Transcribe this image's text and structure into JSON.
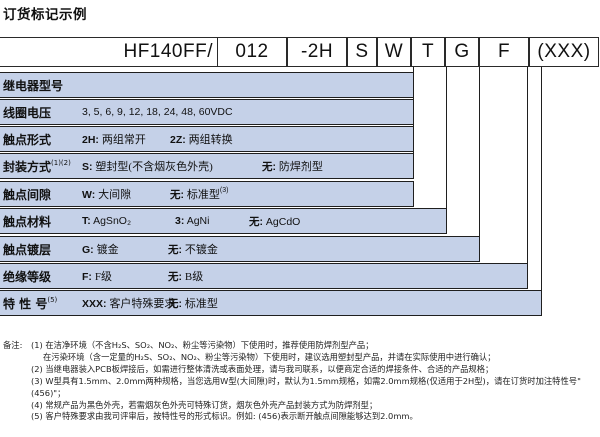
{
  "title": "订货标记示例",
  "code": [
    "HF140FF/",
    "012",
    "-2H",
    "S",
    "W",
    "T",
    "G",
    "F",
    "(XXX)"
  ],
  "rows": [
    {
      "label": "继电器型号",
      "options": []
    },
    {
      "label": "线圈电压",
      "options": [
        {
          "text": "3, 5, 6, 9, 12, 18, 24, 48, 60VDC"
        }
      ]
    },
    {
      "label": "触点形式",
      "options": [
        {
          "code": "2H:",
          "text": "两组常开"
        },
        {
          "code": "2Z:",
          "text": "两组转换"
        }
      ]
    },
    {
      "label": "封装方式",
      "sup": "(1)(2)",
      "options": [
        {
          "code": "S:",
          "text": "塑封型(不含烟灰色外壳)"
        },
        {
          "code": "无:",
          "text": "防焊剂型"
        }
      ]
    },
    {
      "label": "触点间隙",
      "options": [
        {
          "code": "W:",
          "text": "大间隙"
        },
        {
          "code": "无:",
          "text": "标准型",
          "sup": "(3)"
        }
      ]
    },
    {
      "label": "触点材料",
      "options": [
        {
          "code": "T:",
          "text": "AgSnO₂"
        },
        {
          "code": "3:",
          "text": "AgNi"
        },
        {
          "code": "无:",
          "text": "AgCdO"
        }
      ]
    },
    {
      "label": "触点镀层",
      "options": [
        {
          "code": "G:",
          "text": "镀金"
        },
        {
          "code": "无:",
          "text": "不镀金"
        }
      ]
    },
    {
      "label": "绝缘等级",
      "options": [
        {
          "code": "F:",
          "text": "F级"
        },
        {
          "code": "无:",
          "text": "B级"
        }
      ]
    },
    {
      "label": "特 性 号",
      "sup": "(5)",
      "options": [
        {
          "code": "XXX:",
          "text": "客户特殊要求"
        },
        {
          "code": "无:",
          "text": "标准型"
        }
      ]
    }
  ],
  "notes": {
    "head": "备注:",
    "items": [
      "(1) 在洁净环境（不含H₂S、SO₂、NO₂、粉尘等污染物）下使用时，推荐使用防焊剂型产品；",
      "在污染环境（含一定量的H₂S、SO₂、NO₂、粉尘等污染物）下使用时，建议选用塑封型产品，并请在实际使用中进行确认；",
      "(2) 当继电器装入PCB板焊接后，如需进行整体清洗或表面处理，请与我司联系，以便商定合适的焊接条件、合适的产品规格；",
      "(3) W型具有1.5mm、2.0mm两种规格，当您选用W型(大间隙)时，默认为1.5mm规格，如需2.0mm规格(仅适用于2H型)，请在订货时加注特性号\"(456)\"；",
      "(4) 常规产品为黑色外壳，若需烟灰色外壳可特殊订货，烟灰色外壳产品封装方式为防焊剂型；",
      "(5) 客户特殊要求由我司评审后，按特性号的形式标识。例如: (456)表示断开触点间隙能够达到2.0mm。"
    ]
  }
}
